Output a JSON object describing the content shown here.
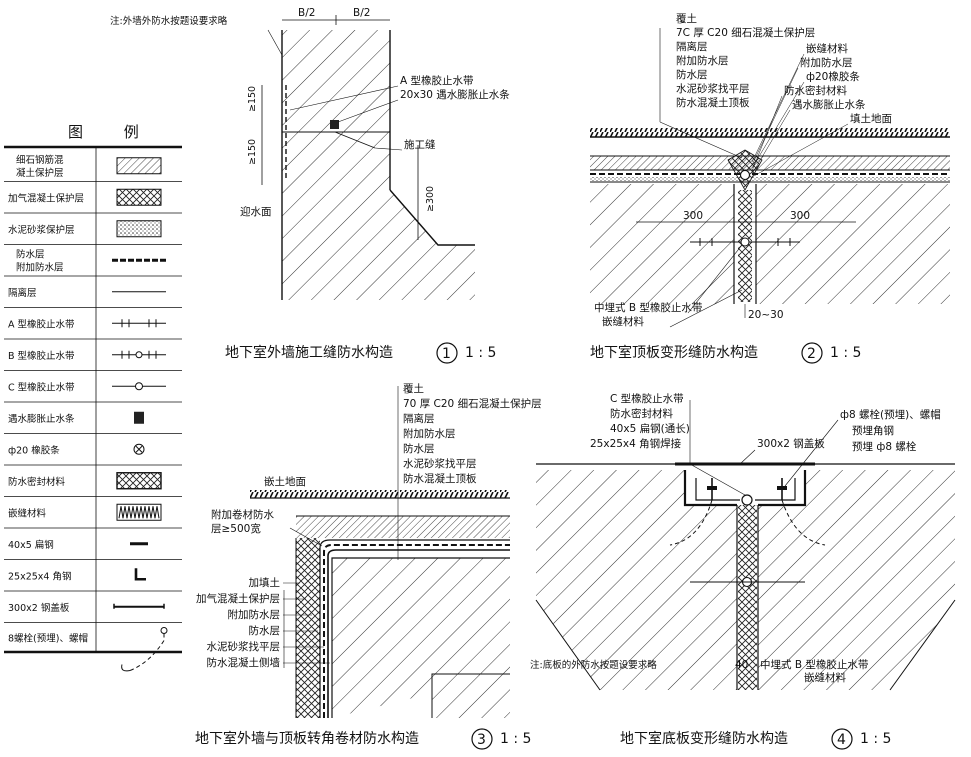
{
  "legend": {
    "title": "图 例",
    "items": [
      {
        "label": "细石钢筋混",
        "label2": "凝土保护层",
        "symbol": "hatch-diagonal"
      },
      {
        "label": "加气混凝土保护层",
        "symbol": "cross-hatch"
      },
      {
        "label": "水泥砂浆保护层",
        "symbol": "dots"
      },
      {
        "label": "防水层",
        "label2": "附加防水层",
        "symbol": "thick-dashed-line"
      },
      {
        "label": "隔离层",
        "symbol": "thin-line"
      },
      {
        "label": "A 型橡胶止水带",
        "symbol": "line-ticks"
      },
      {
        "label": "B 型橡胶止水带",
        "symbol": "line-ticks-circle"
      },
      {
        "label": "C 型橡胶止水带",
        "symbol": "line-circle"
      },
      {
        "label": "遇水膨胀止水条",
        "symbol": "dark-square"
      },
      {
        "label": "ф20 橡胶条",
        "symbol": "circle-x"
      },
      {
        "label": "防水密封材料",
        "symbol": "cross-hatch-dense"
      },
      {
        "label": "嵌缝材料",
        "symbol": "zigzag"
      },
      {
        "label": "40x5 扁钢",
        "symbol": "short-bar"
      },
      {
        "label": "25x25x4 角钢",
        "symbol": "angle-L"
      },
      {
        "label": "300x2 钢盖板",
        "symbol": "plate-line"
      },
      {
        "label": "8螺栓(预埋)、螺帽",
        "symbol": "bolt-hook"
      }
    ]
  },
  "detail1": {
    "note": "注:外墙外防水按题设要求略",
    "dim_b1": "B/2",
    "dim_b2": "B/2",
    "label_a_band": "A 型橡胶止水带",
    "label_swell": "20x30 遇水膨胀止水条",
    "label_joint": "施工缝",
    "label_face": "迎水面",
    "dim_150a": "≥150",
    "dim_150b": "≥150",
    "dim_300": "≥300",
    "caption": "地下室外墙施工缝防水构造",
    "num": "1",
    "scale": "1 : 5"
  },
  "detail2": {
    "labels": [
      "覆土",
      "7C 厚 C20 细石混凝土保护层",
      "隔离层",
      "附加防水层",
      "防水层",
      "水泥砂浆找平层",
      "防水混凝土顶板"
    ],
    "right_labels": [
      "嵌缝材料",
      "附加防水层",
      "ф20橡胶条",
      "防水密封材料",
      "遇水膨胀止水条",
      "填土地面"
    ],
    "dim_left": "300",
    "dim_right": "300",
    "dim_gap": "20~30",
    "bottom_labels": [
      "中埋式 B 型橡胶止水带",
      "嵌缝材料"
    ],
    "caption": "地下室顶板变形缝防水构造",
    "num": "2",
    "scale": "1 : 5"
  },
  "detail3": {
    "labels": [
      "覆土",
      "70 厚 C20 细石混凝土保护层",
      "隔离层",
      "附加防水层",
      "防水层",
      "水泥砂浆找平层",
      "防水混凝土顶板"
    ],
    "ground": "嵌土地面",
    "extra": "附加卷材防水",
    "extra2": "层≥500宽",
    "left_labels": [
      "加填土",
      "加气混凝土保护层",
      "附加防水层",
      "防水层",
      "水泥砂浆找平层",
      "防水混凝土侧墙"
    ],
    "caption": "地下室外墙与顶板转角卷材防水构造",
    "num": "3",
    "scale": "1 : 5"
  },
  "detail4": {
    "labels_left": [
      "C 型橡胶止水带",
      "防水密封材料",
      "40x5 扁钢(通长)",
      "25x25x4 角钢焊接"
    ],
    "plate": "300x2 钢盖板",
    "labels_right": [
      "ф8 螺栓(预埋)、螺帽",
      "预埋角钢",
      "预埋 ф8 螺栓"
    ],
    "note": "注:底板的外防水按题设要求略",
    "dim_40": "40",
    "bottom_labels": [
      "中埋式 B 型橡胶止水带",
      "嵌缝材料"
    ],
    "caption": "地下室底板变形缝防水构造",
    "num": "4",
    "scale": "1 : 5"
  }
}
